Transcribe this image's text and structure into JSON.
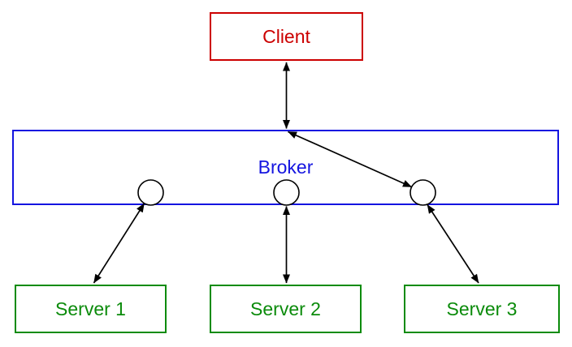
{
  "diagram": {
    "type": "architecture-diagram",
    "description": "Client connected bidirectionally through a Broker with three ports to three servers"
  },
  "colors": {
    "red": "#cc0000",
    "blue": "#1414e0",
    "green": "#0b8b0b",
    "ink": "#000000",
    "bg": "#ffffff"
  },
  "nodes": {
    "client": {
      "label": "Client"
    },
    "broker": {
      "label": "Broker"
    },
    "server1": {
      "label": "Server 1"
    },
    "server2": {
      "label": "Server 2"
    },
    "server3": {
      "label": "Server 3"
    }
  },
  "ports": [
    "broker-port-1",
    "broker-port-2",
    "broker-port-3"
  ],
  "edges": [
    {
      "from": "client",
      "to": "broker-top",
      "arrows": "both"
    },
    {
      "from": "broker-top",
      "to": "broker-port-3",
      "arrows": "both"
    },
    {
      "from": "broker-port-1",
      "to": "server1",
      "arrows": "both"
    },
    {
      "from": "broker-port-2",
      "to": "server2",
      "arrows": "both"
    },
    {
      "from": "broker-port-3",
      "to": "server3",
      "arrows": "both"
    }
  ]
}
